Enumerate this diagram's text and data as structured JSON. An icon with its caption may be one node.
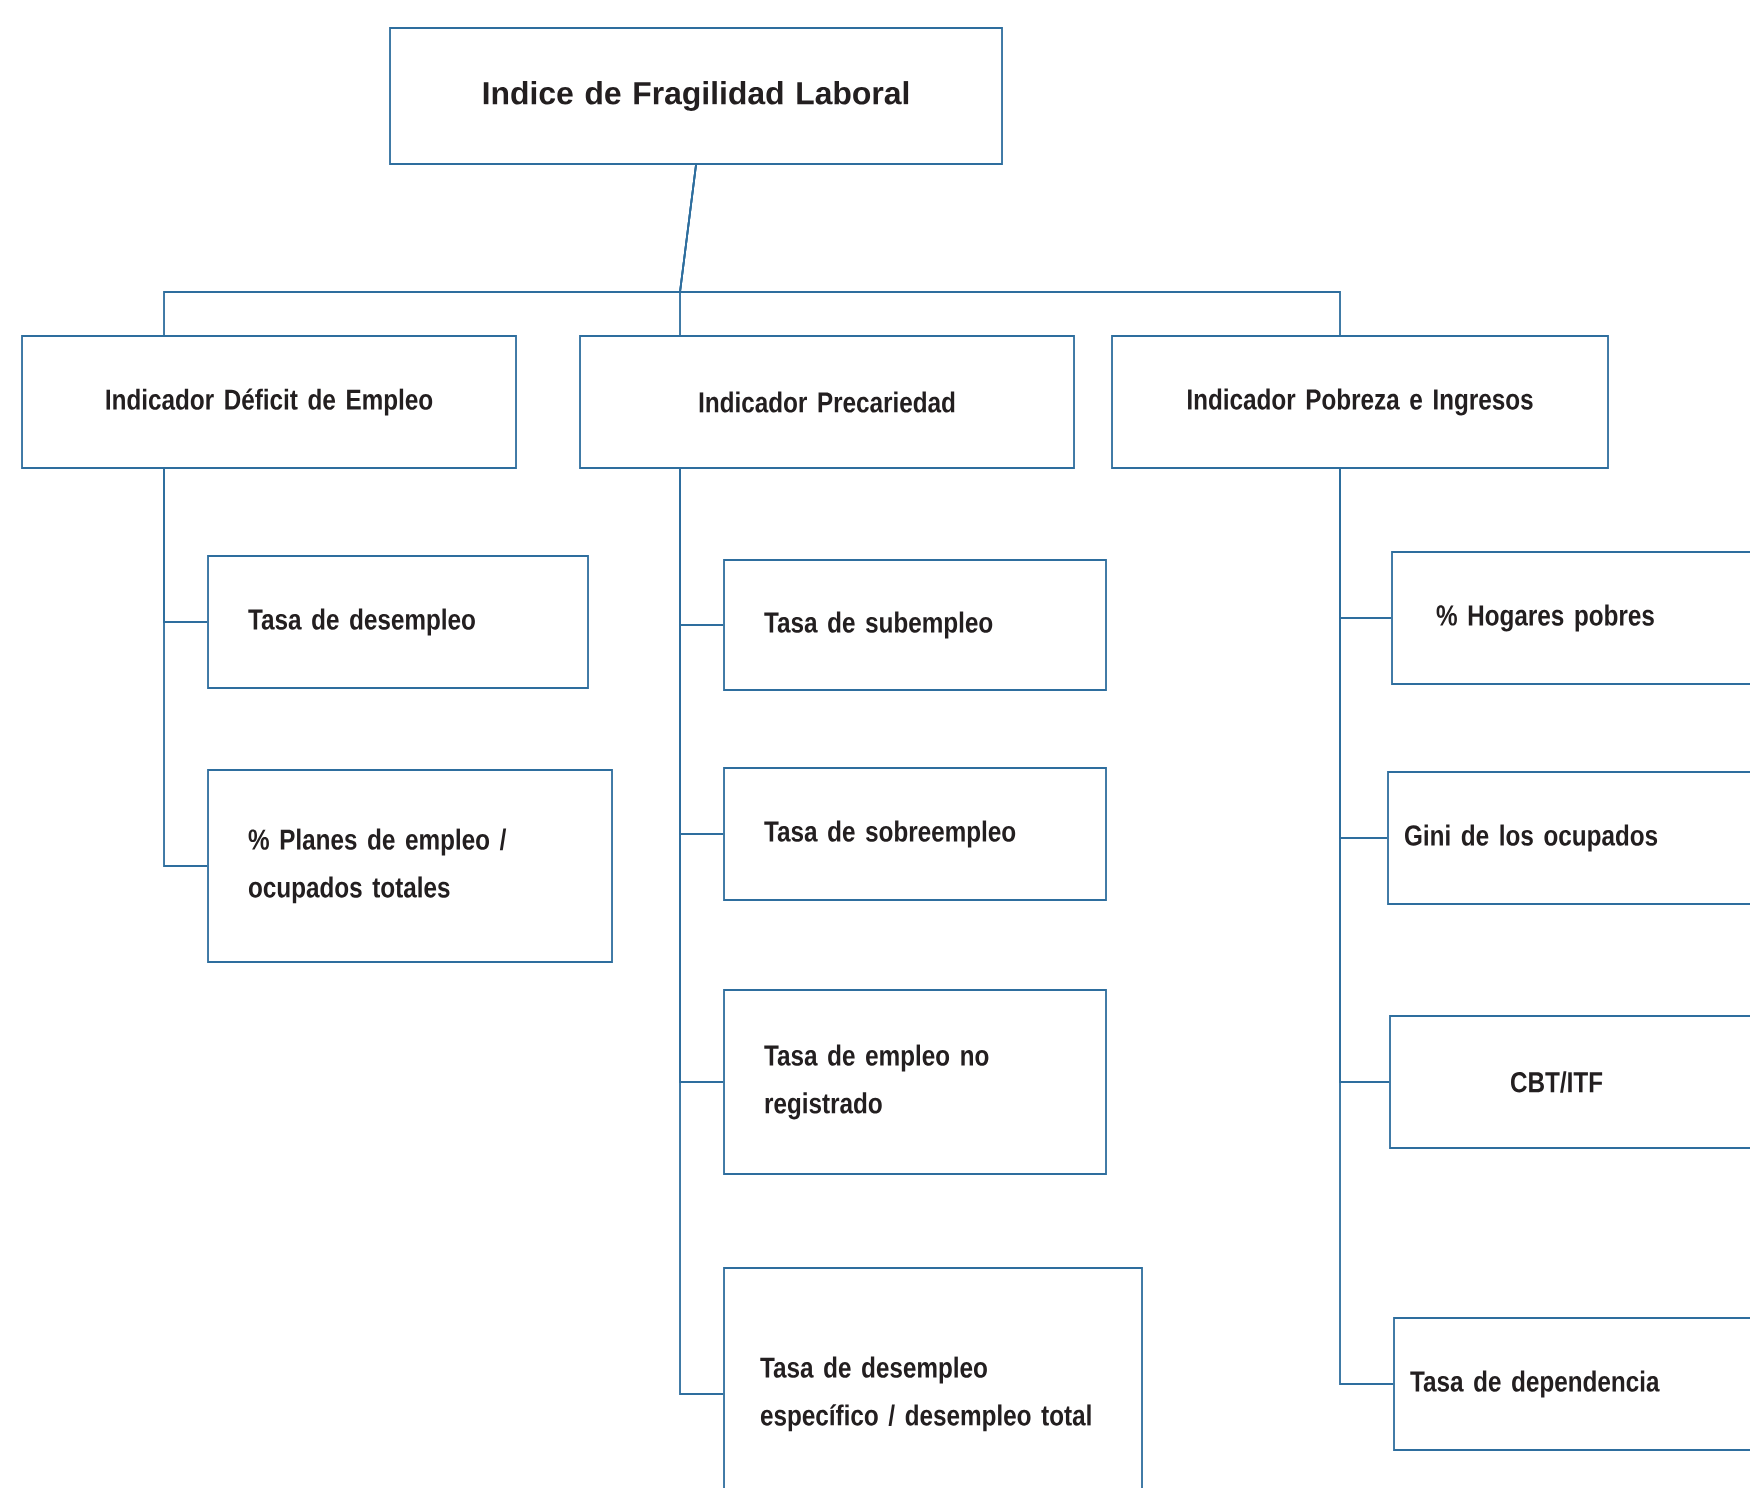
{
  "diagram": {
    "nodes": [
      {
        "text": [
          "Indice de Fragilidad Laboral"
        ]
      },
      {
        "text": [
          "Indicador Déficit de Empleo"
        ]
      },
      {
        "text": [
          "Indicador Precariedad"
        ]
      },
      {
        "text": [
          "Indicador Pobreza e Ingresos"
        ]
      },
      {
        "text": [
          "Tasa de desempleo"
        ]
      },
      {
        "text": [
          "% Planes de empleo / ocupados totales"
        ]
      },
      {
        "text": [
          "Tasa de subempleo"
        ]
      },
      {
        "text": [
          "Tasa de sobreempleo"
        ]
      },
      {
        "text": [
          "Tasa de empleo no registrado"
        ]
      },
      {
        "text": [
          "Tasa de desempleo específico / desempleo total"
        ]
      },
      {
        "text": [
          "% Hogares pobres"
        ]
      },
      {
        "text": [
          "Gini de los ocupados"
        ]
      },
      {
        "text": [
          "CBT/ITF"
        ]
      },
      {
        "text": [
          "Tasa de dependencia"
        ]
      }
    ],
    "edges": [
      {
        "from": 0,
        "to": 1,
        "arrow": "none"
      },
      {
        "from": 0,
        "to": 2,
        "arrow": "none"
      },
      {
        "from": 0,
        "to": 3,
        "arrow": "none"
      },
      {
        "from": 1,
        "to": 4,
        "arrow": "none"
      },
      {
        "from": 1,
        "to": 5,
        "arrow": "none"
      },
      {
        "from": 2,
        "to": 6,
        "arrow": "none"
      },
      {
        "from": 2,
        "to": 7,
        "arrow": "none"
      },
      {
        "from": 2,
        "to": 8,
        "arrow": "none"
      },
      {
        "from": 2,
        "to": 9,
        "arrow": "none"
      },
      {
        "from": 3,
        "to": 10,
        "arrow": "none"
      },
      {
        "from": 3,
        "to": 11,
        "arrow": "none"
      },
      {
        "from": 3,
        "to": 12,
        "arrow": "none"
      },
      {
        "from": 3,
        "to": 13,
        "arrow": "none"
      }
    ]
  }
}
